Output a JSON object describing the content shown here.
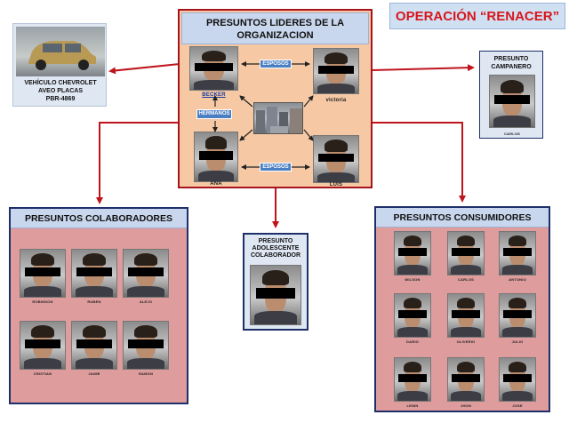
{
  "operation_title": "OPERACIÓN “RENACER”",
  "leaders": {
    "title_line1": "PRESUNTOS LIDERES DE LA",
    "title_line2": "ORGANIZACION",
    "names": [
      "BECKER",
      "victoria",
      "ANA",
      "LUIS"
    ],
    "relation_spouses": "ESPOSOS",
    "relation_siblings": "HERMANOS"
  },
  "vehicle": {
    "line1": "VEHÍCULO CHEVROLET",
    "line2": "AVEO PLACAS",
    "line3": "PBR-4869"
  },
  "lookout": {
    "title_line1": "PRESUNTO",
    "title_line2": "CAMPANERO",
    "name": "CARLOS"
  },
  "collaborators": {
    "title": "PRESUNTOS COLABORADORES",
    "names": [
      "ROBINSON",
      "RUBEN",
      "ALEJO",
      "CRISTIAN",
      "JAIME",
      "RAMON"
    ]
  },
  "minor": {
    "title_line1": "PRESUNTO",
    "title_line2": "ADOLESCENTE",
    "title_line3": "COLABORADOR"
  },
  "consumers": {
    "title": "PRESUNTOS CONSUMIDORES",
    "names": [
      "WILSON",
      "CARLOS",
      "ANTONIO",
      "DARIO",
      "OLIVERIO",
      "JULIO",
      "LENIN",
      "JHON",
      "JOSE"
    ]
  },
  "colors": {
    "arrow": "#c0141c",
    "leaders_bg": "#f6c9a4",
    "group_bg": "#de9c9c",
    "title_bg": "#c9d7ee",
    "operation_text": "#d8161c"
  }
}
